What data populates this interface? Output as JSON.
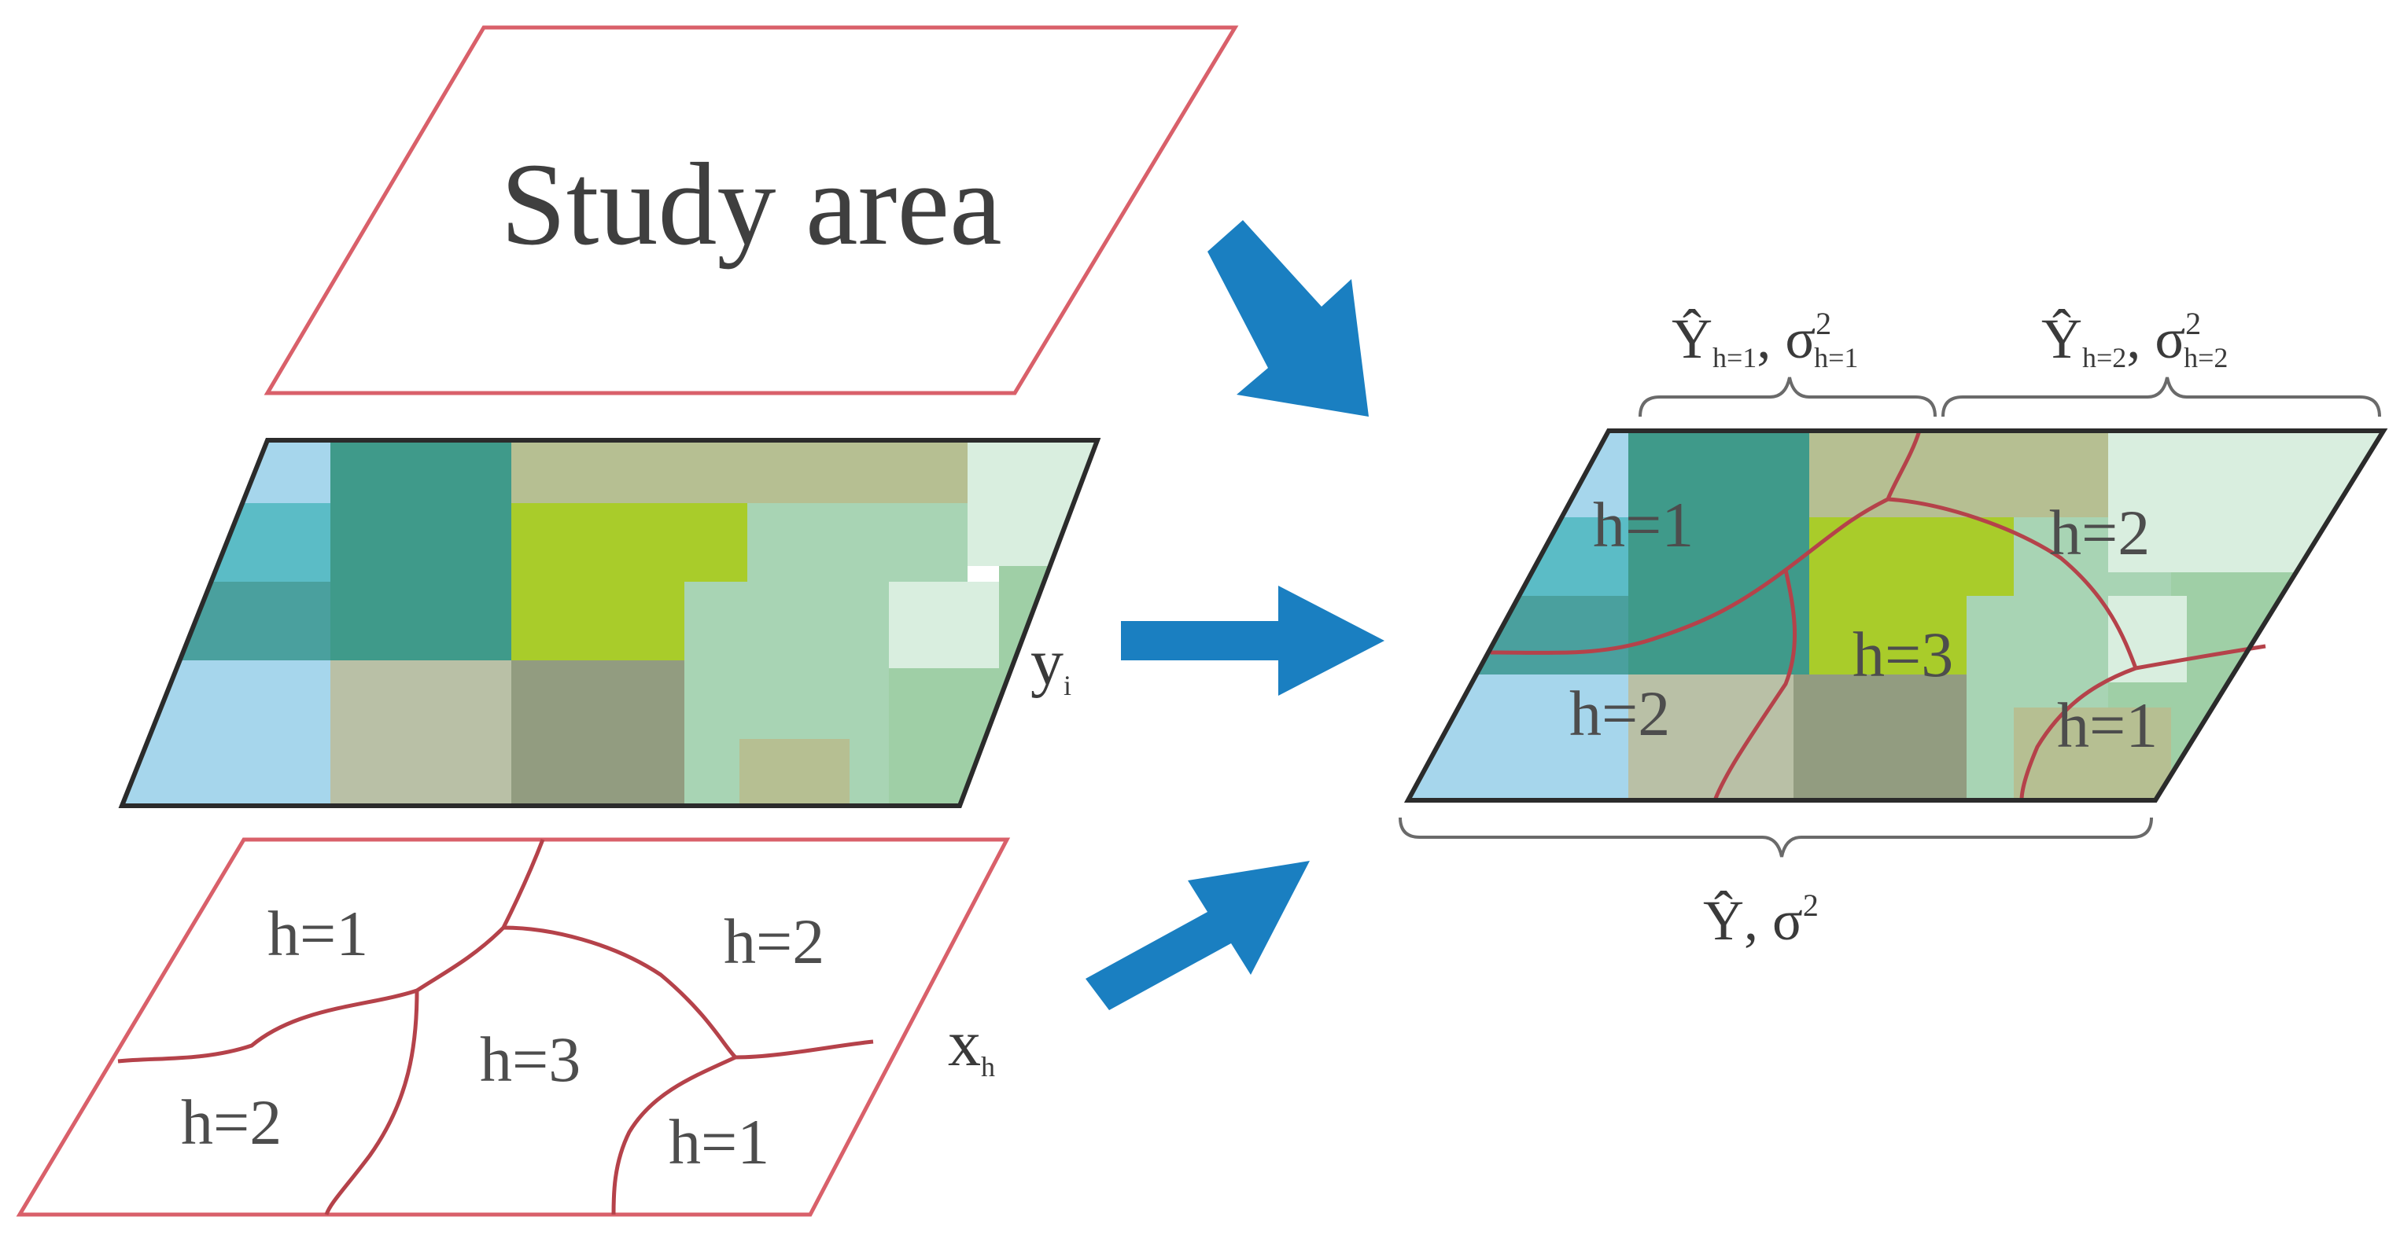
{
  "title": "Study area",
  "layers": {
    "raster_label": "y",
    "raster_label_sub": "i",
    "zones_label": "x",
    "zones_label_sub": "h"
  },
  "zones_layer": {
    "labels": [
      "h=1",
      "h=2",
      "h=3",
      "h=2",
      "h=1"
    ]
  },
  "result_layer": {
    "labels": [
      "h=1",
      "h=2",
      "h=3",
      "h=2",
      "h=1"
    ],
    "brace_left": {
      "y": "Ŷ",
      "y_sub": "h=1",
      "sigma": "σ",
      "sigma_sup": "2",
      "sigma_sub": "h=1"
    },
    "brace_right": {
      "y": "Ŷ",
      "y_sub": "h=2",
      "sigma": "σ",
      "sigma_sup": "2",
      "sigma_sub": "h=2"
    },
    "brace_bottom": {
      "y": "Ŷ",
      "sigma": "σ",
      "sigma_sup": "2"
    }
  },
  "colors": {
    "outline_red": "#d9606a",
    "zone_line_red": "#b5424a",
    "arrow_blue": "#1a7fc1",
    "border_dark": "#2b2b2b",
    "cells": {
      "light_blue": "#a6d6ec",
      "teal_blue": "#5bbcc6",
      "teal_dark": "#3f9a98",
      "teal_green": "#4aa08e",
      "olive_tan": "#b6bf92",
      "yellow_green": "#a9cc2a",
      "pale_green": "#a8d4b4",
      "mint": "#d9eedf",
      "grey_tan": "#b9c0a6",
      "olive_grey": "#929c80",
      "mid_green": "#9fcfa6"
    }
  }
}
